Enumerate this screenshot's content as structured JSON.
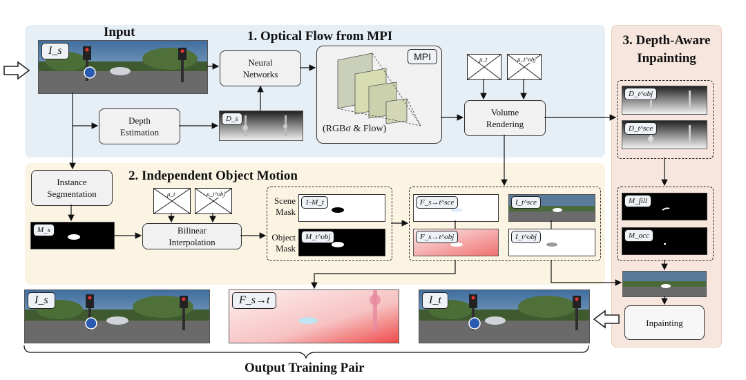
{
  "sections": {
    "input": "Input",
    "optical_flow": "1. Optical Flow from MPI",
    "object_motion": "2. Independent Object Motion",
    "inpainting_line1": "3. Depth-Aware",
    "inpainting_line2": "Inpainting",
    "output": "Output Training Pair"
  },
  "boxes": {
    "neural_line1": "Neural",
    "neural_line2": "Networks",
    "depth_line1": "Depth",
    "depth_line2": "Estimation",
    "instance_line1": "Instance",
    "instance_line2": "Segmentation",
    "bilinear_line1": "Bilinear",
    "bilinear_line2": "Interpolation",
    "volume_line1": "Volume",
    "volume_line2": "Rendering",
    "inpainting": "Inpainting"
  },
  "mpi": {
    "label": "MPI",
    "caption": "(RGBσ & Flow)"
  },
  "labels": {
    "scene_mask_1": "Scene",
    "scene_mask_2": "Mask",
    "object_mask_1": "Object",
    "object_mask_2": "Mask"
  },
  "tags": {
    "is_input": "I_s",
    "ds": "D_s",
    "ms": "M_s",
    "mu_t": "μ_t",
    "mu_t_obj": "μ_t^obj",
    "one_minus_mt": "1-M_t",
    "mt_obj": "M_t^obj",
    "f_sce": "F_s→t^sce",
    "f_obj": "F_s→t^obj",
    "i_sce": "I_t^sce",
    "i_obj": "I_t^obj",
    "d_obj": "D_t^obj",
    "d_sce": "D_t^sce",
    "m_fill": "M_fill",
    "m_occ": "M_occ",
    "out_is": "I_s",
    "out_flow": "F_s→t",
    "out_it": "I_t"
  }
}
